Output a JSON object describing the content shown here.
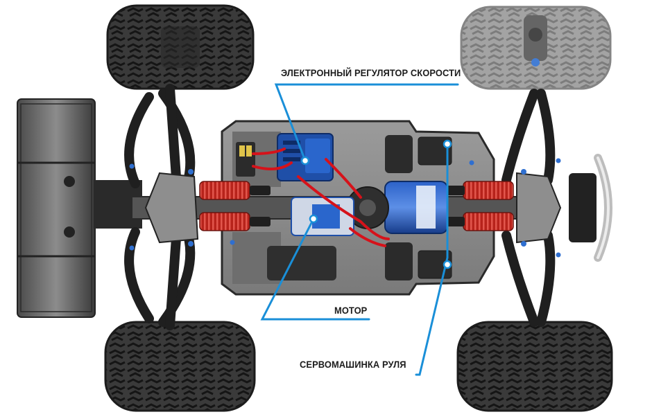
{
  "diagram": {
    "subject": "rc-monster-truck-chassis-top-view",
    "colors": {
      "leader_line": "#1a8fd8",
      "tire": "#2b2b2b",
      "tire_ghost": "#8f8f8f",
      "chassis": "#8a8a8a",
      "arm": "#1e1e1e",
      "spring": "#c8281e",
      "motor_can": "#1e4fb0",
      "esc": "#1f4fa8",
      "wire_red": "#d6121a"
    },
    "callouts": [
      {
        "id": "esc",
        "text": "ЭЛЕКТРОННЫЙ РЕГУЛЯТОР СКОРОСТИ"
      },
      {
        "id": "motor",
        "text": "МОТОР"
      },
      {
        "id": "servo",
        "text": "СЕРВОМАШИНКА РУЛЯ"
      }
    ]
  }
}
